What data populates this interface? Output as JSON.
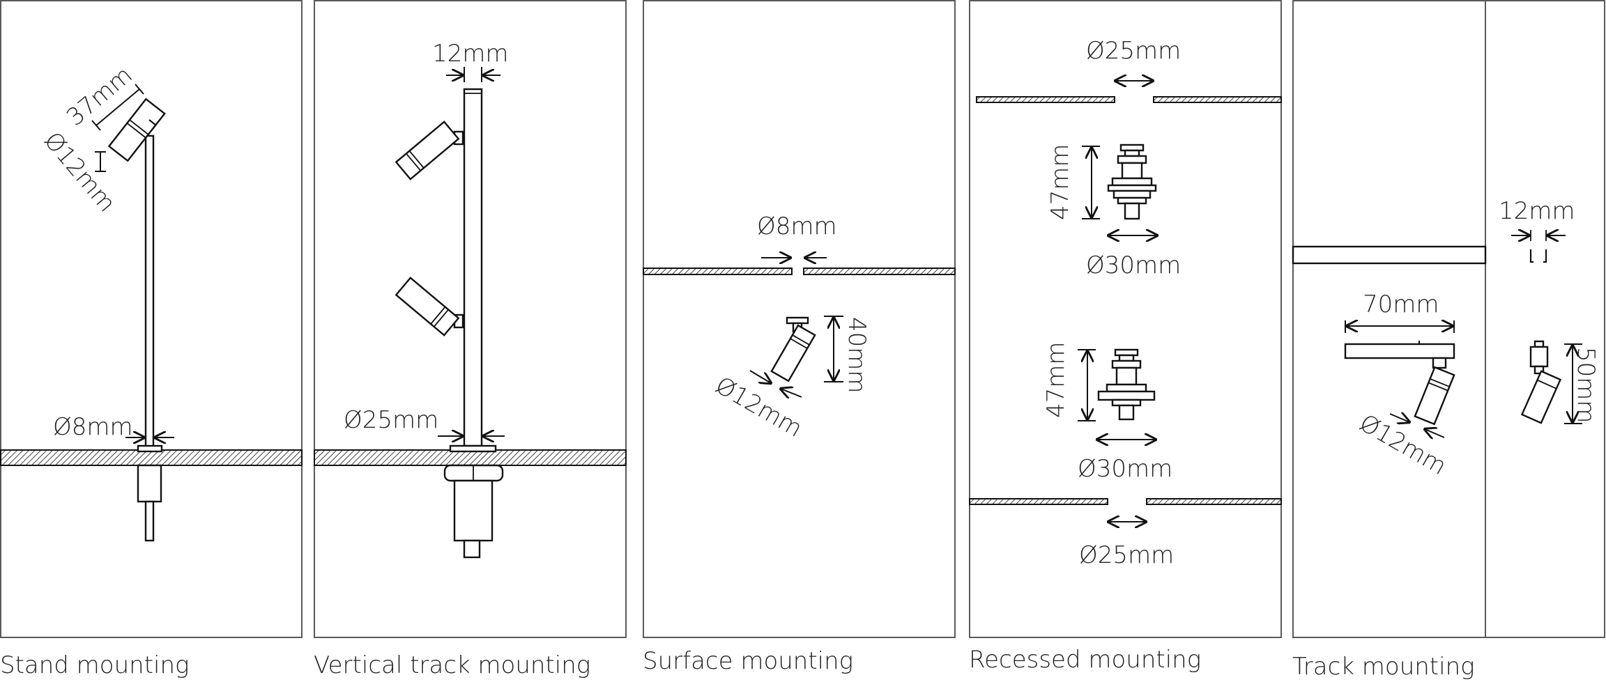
{
  "panels": [
    {
      "caption": "Stand mounting",
      "labels": {
        "length": "37mm",
        "head_diameter": "Ø12mm",
        "pole_diameter": "Ø8mm"
      }
    },
    {
      "caption": "Vertical track mounting",
      "labels": {
        "track_width": "12mm",
        "base_diameter": "Ø25mm"
      }
    },
    {
      "caption": "Surface mounting",
      "labels": {
        "hole_diameter": "Ø8mm",
        "height": "40mm",
        "head_diameter": "Ø12mm"
      }
    },
    {
      "caption": "Recessed mounting",
      "labels": {
        "top_hole": "Ø25mm",
        "top_height": "47mm",
        "top_flange": "Ø30mm",
        "bottom_height": "47mm",
        "bottom_flange": "Ø30mm",
        "bottom_hole": "Ø25mm"
      }
    },
    {
      "caption": "Track mounting",
      "labels": {
        "track_width": "12mm",
        "arm_length": "70mm",
        "head_diameter": "Ø12mm",
        "height": "50mm"
      }
    }
  ],
  "colors": {
    "line": "#111111",
    "border": "#5a5a5a",
    "text": "#222222",
    "background": "#ffffff"
  }
}
